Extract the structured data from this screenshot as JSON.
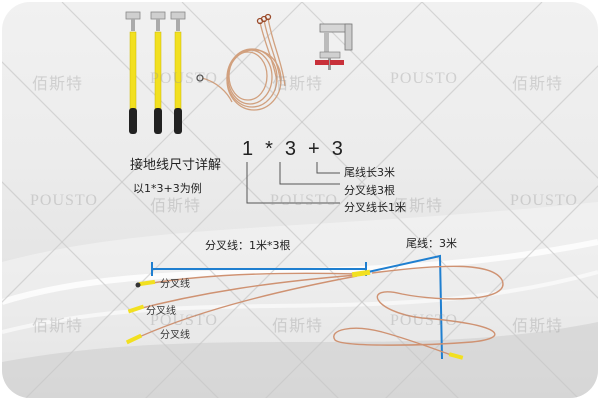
{
  "watermarks": {
    "cn": "佰斯特",
    "en": "POUSTO"
  },
  "explanation": {
    "title": "接地线尺寸详解",
    "subtitle": "以1*3+3为例",
    "formula": {
      "part1": "1",
      "op1": "*",
      "part2": "3",
      "op2": "+",
      "part3": "3"
    },
    "callouts": [
      {
        "label": "尾线长3米"
      },
      {
        "label": "分叉线3根"
      },
      {
        "label": "分叉线长1米"
      }
    ]
  },
  "diagram": {
    "branch_label": "分叉线：1米*3根",
    "tail_label": "尾线：3米",
    "branch_wire_labels": [
      "分叉线",
      "分叉线",
      "分叉线"
    ]
  },
  "colors": {
    "dimension_line": "#1f7fd0",
    "wire": "#c98b6a",
    "pole_yellow": "#f2e020",
    "pole_black": "#222222",
    "clamp_red": "#c8303a"
  }
}
